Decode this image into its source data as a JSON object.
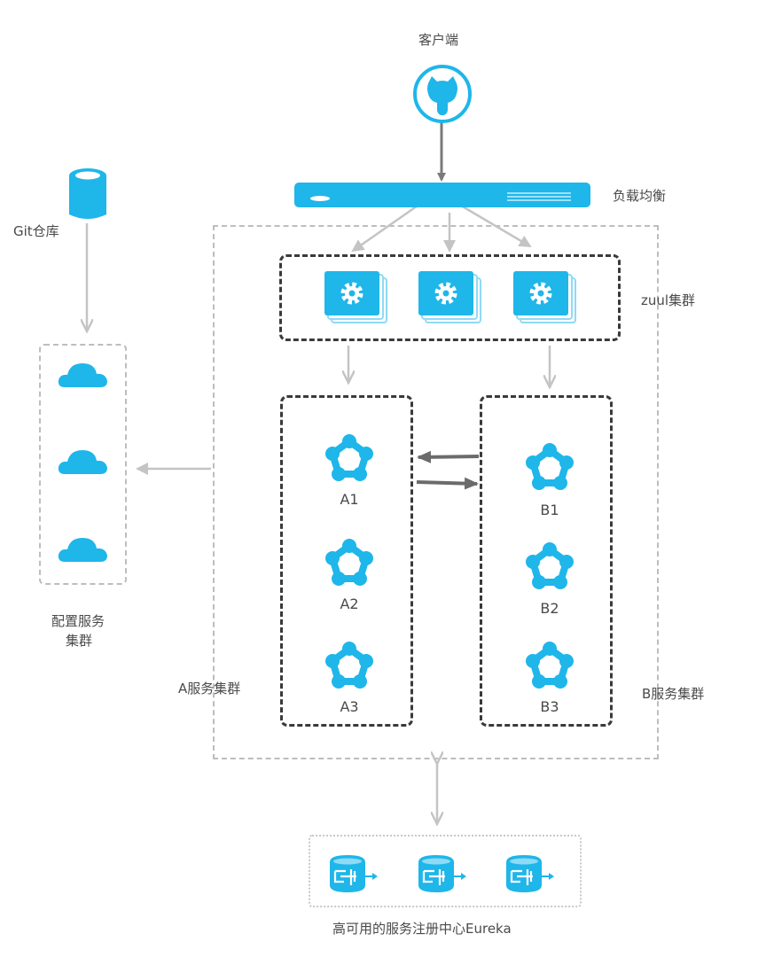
{
  "client": {
    "label": "客户端",
    "icon": "github-cat-icon"
  },
  "load_balancer": {
    "label": "负载均衡"
  },
  "zuul_cluster": {
    "label": "zuul集群",
    "node_count": 3,
    "icon": "gear-icon"
  },
  "git_repo": {
    "label": "Git仓库",
    "icon": "database-cylinder-icon"
  },
  "config_cluster": {
    "label_line1": "配置服务",
    "label_line2": "集群",
    "node_count": 3,
    "icon": "cloud-icon"
  },
  "service_a": {
    "label": "A服务集群",
    "nodes": [
      "A1",
      "A2",
      "A3"
    ]
  },
  "service_b": {
    "label": "B服务集群",
    "nodes": [
      "B1",
      "B2",
      "B3"
    ]
  },
  "eureka": {
    "label": "高可用的服务注册中心Eureka",
    "node_count": 3,
    "icon": "registry-db-icon"
  },
  "colors": {
    "accent": "#1fb6ea",
    "arrow_light": "#c4c4c4",
    "arrow_dark": "#6b6b6b",
    "border_dark": "#3a3a3a",
    "border_light": "#bdbdbd"
  }
}
